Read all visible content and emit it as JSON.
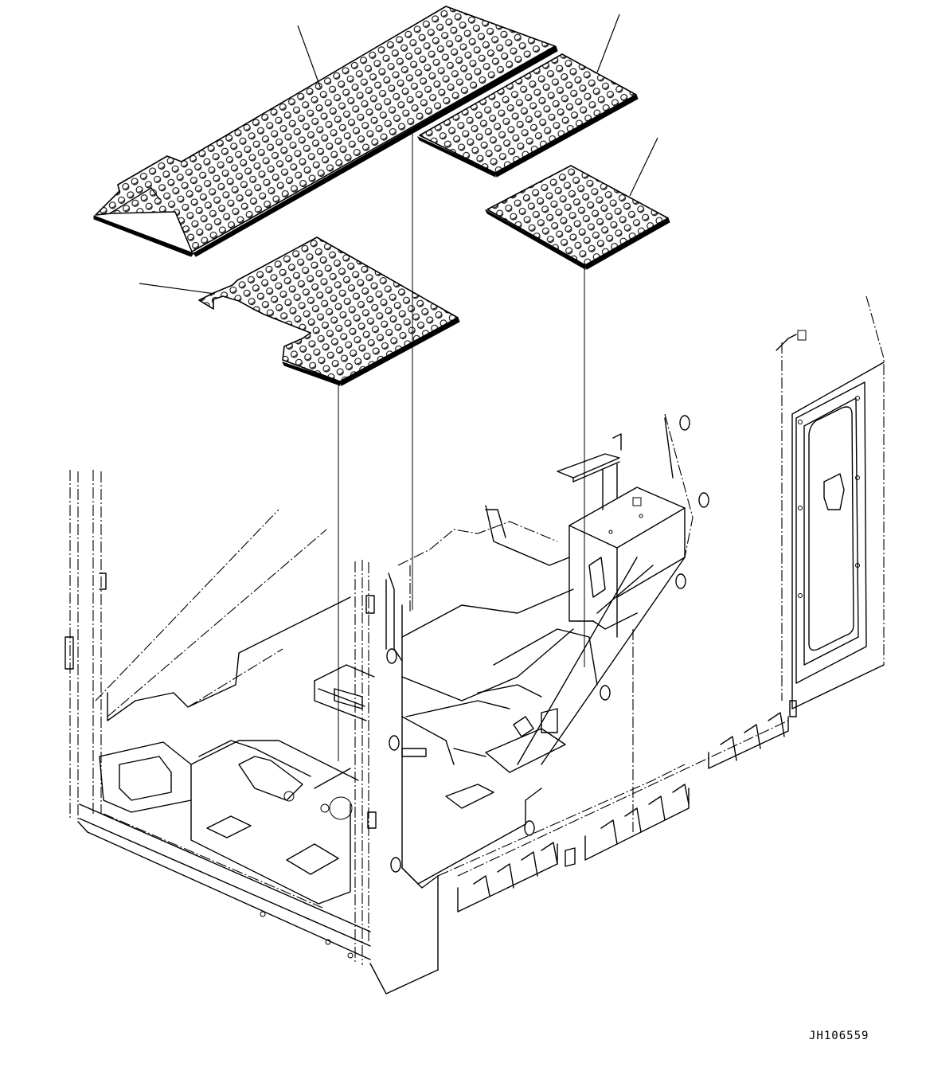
{
  "figure": {
    "reference_code": "JH106559",
    "line_color": "#000000",
    "background_color": "#ffffff"
  },
  "parts": [
    {
      "name": "floor-mat-main",
      "icon": "floor-mat-icon"
    },
    {
      "name": "floor-mat-right-front",
      "icon": "floor-mat-icon"
    },
    {
      "name": "floor-mat-right-rear",
      "icon": "floor-mat-icon"
    },
    {
      "name": "floor-mat-left",
      "icon": "floor-mat-icon"
    }
  ]
}
